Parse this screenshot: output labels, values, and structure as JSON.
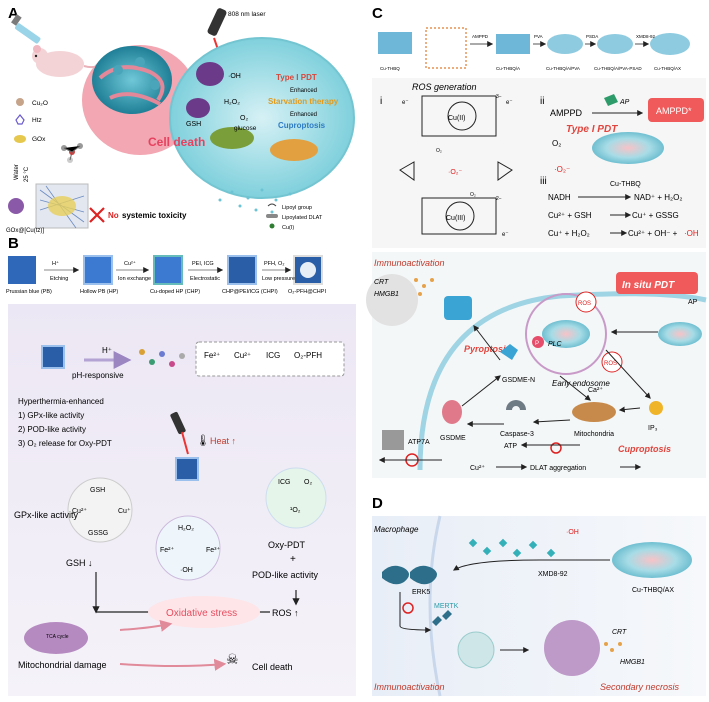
{
  "panels": {
    "a": {
      "letter": "A",
      "laser": "808 nm laser",
      "legend": [
        "Cu₂O",
        "Htz",
        "GOx"
      ],
      "water_label": "Water",
      "temp_label": "25 °C",
      "particle_label": "GOx@[Cu(tz)]",
      "no_toxicity_bold": "No",
      "no_toxicity_rest": "systemic toxicity",
      "cell_death": "Cell death",
      "oh": "·OH",
      "h2o2": "H₂O₂",
      "gsh": "GSH",
      "o2": "O₂",
      "glucose": "glucose",
      "type1": "Type I PDT",
      "enhanced1": "Enhanced",
      "starvation": "Starvation therapy",
      "enhanced2": "Enhanced",
      "cuproptosis": "Cuproptosis",
      "key": [
        "Lipoyl group",
        "Lipoylated DLAT",
        "Cu(I)"
      ]
    },
    "b": {
      "letter": "B",
      "steps": [
        "H⁺",
        "Cu²⁺",
        "PEI, ICG",
        "PFH, O₂"
      ],
      "step_labels": [
        "Etching",
        "Ion exchange",
        "Electrostatic",
        "Low pressure"
      ],
      "products": [
        "Prussian blue\n(PB)",
        "Hollow PB\n(HP)",
        "Cu-doped HP\n(CHP)",
        "CHP@PEI/ICG\n(CHPI)",
        "O₂-PFH@CHPI"
      ],
      "h_plus": "H⁺",
      "ph_responsive": "pH-responsive",
      "box_items": [
        "Fe²⁺",
        "Cu²⁺",
        "ICG",
        "O₂-PFH"
      ],
      "hyper_title": "Hyperthermia-enhanced",
      "hyper_items": [
        "1) GPx-like activity",
        "2) POD-like activity",
        "3) O₂ release for Oxy-PDT"
      ],
      "heat": "Heat ↑",
      "gsh": "GSH",
      "cu2": "Cu²⁺",
      "cu1": "Cu⁺",
      "gssg": "GSSG",
      "gpx_label": "GPx-like\nactivity",
      "gsh_down": "GSH ↓",
      "h2o2": "H₂O₂",
      "fe2": "Fe²⁺",
      "fe3": "Fe³⁺",
      "oh": "·OH",
      "icg": "ICG",
      "o2": "O₂",
      "singlet": "¹O₂",
      "oxy_pdt": "Oxy-PDT",
      "plus": "+",
      "pod_label": "POD-like activity",
      "ros_up": "ROS ↑",
      "oxidative": "Oxidative stress",
      "mito": "Mitochondrial damage",
      "cell_death": "Cell death",
      "tca": "TCA cycle"
    },
    "c": {
      "letter": "C",
      "top_labels": [
        "Cu-THBQ",
        "Cu-THBQ/A",
        "Cu-THBQ/A/PVA",
        "Cu-THBQ/A/PVA-PSAD",
        "Cu-THBQ/AX"
      ],
      "top_steps": [
        "AMPPD",
        "PVA",
        "PSDA",
        "XMD8-92"
      ],
      "ros_title": "ROS generation",
      "roman": [
        "i",
        "ii",
        "iii"
      ],
      "cu2_center": "Cu(II)",
      "cu3_center": "Cu(III)",
      "eminus": "e⁻",
      "o2_small": "O₂",
      "superoxide_center": "·O₂⁻",
      "charge3": "3−",
      "charge2": "2−",
      "ampdd": "AMPPD",
      "ap": "AP",
      "ampdd_star": "AMPPD*",
      "type1": "Type I PDT",
      "o2": "O₂",
      "superoxide": "·O₂⁻",
      "cu_thbq": "Cu-THBQ",
      "nadh": "NADH",
      "nad": "NAD⁺ + H₂O₂",
      "eq2_left": "Cu²⁺ + GSH",
      "eq2_right": "Cu⁺ +  GSSG",
      "eq3_left": "Cu⁺ + H₂O₂",
      "eq3_right_a": "Cu²⁺ + OH⁻ + ",
      "eq3_right_b": "·OH",
      "immuno": "Immunoactivation",
      "crt": "CRT",
      "hmgb1": "HMGB1",
      "insitu": "In situ PDT",
      "ap2": "AP",
      "ros": "ROS",
      "p": "P",
      "plc": "PLC",
      "pyroptosis": "Pyroptosis",
      "gsdme_n": "GSDME-N",
      "early_endosome": "Early endosome",
      "ca": "Ca²⁺",
      "ip3": "IP₃",
      "gsdme": "GSDME",
      "caspase": "Caspase-3",
      "mitochondria": "Mitochondria",
      "atp7a": "ATP7A",
      "atp": "ATP",
      "cuproptosis": "Cuproptosis",
      "cu2_out": "Cu²⁺",
      "dlat": "DLAT aggregation"
    },
    "d": {
      "letter": "D",
      "macrophage": "Macrophage",
      "oh": "·OH",
      "xmd": "XMD8-92",
      "cu_thbq_ax": "Cu-THBQ/AX",
      "erk5": "ERK5",
      "mertk": "MERTK",
      "crt": "CRT",
      "hmgb1": "HMGB1",
      "immuno": "Immunoactivation",
      "secondary": "Secondary necrosis"
    }
  }
}
